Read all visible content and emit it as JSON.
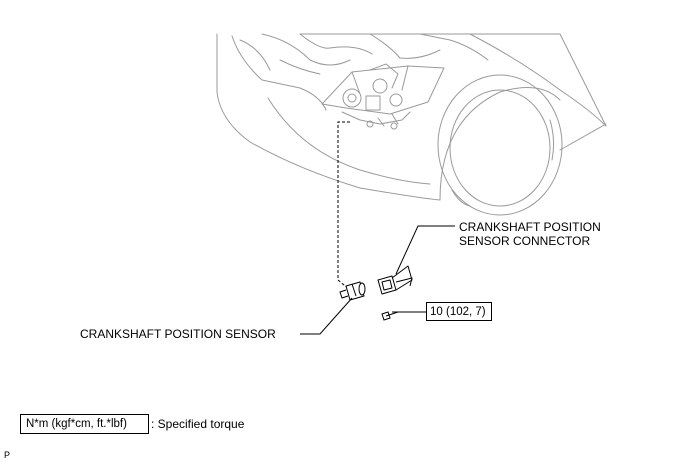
{
  "labels": {
    "connector_line1": "CRANKSHAFT POSITION",
    "connector_line2": "SENSOR CONNECTOR",
    "sensor": "CRANKSHAFT POSITION SENSOR",
    "torque_value": "10 (102, 7)",
    "legend_units": "N*m (kgf*cm, ft.*lbf)",
    "legend_text": ": Specified torque",
    "page_mark": "P"
  },
  "colors": {
    "line": "#000000",
    "body_line": "#9a9a9a",
    "background": "#ffffff"
  }
}
